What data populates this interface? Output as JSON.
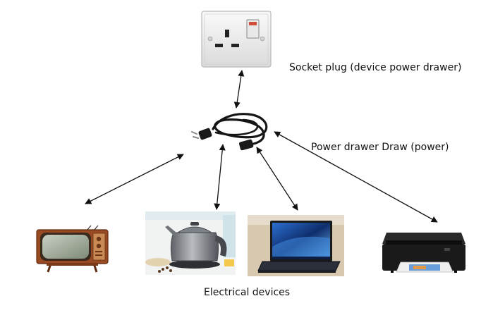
{
  "labels": {
    "socket": "Socket plug (device power drawer)",
    "power_drawer": "Power drawer Draw (power)",
    "devices": "Electrical devices"
  },
  "nodes": [
    {
      "name": "wall-socket",
      "icon": "wall-socket-icon"
    },
    {
      "name": "power-cord",
      "icon": "power-cord-icon"
    },
    {
      "name": "television",
      "icon": "tv-icon"
    },
    {
      "name": "kettle",
      "icon": "kettle-icon"
    },
    {
      "name": "laptop",
      "icon": "laptop-icon"
    },
    {
      "name": "printer",
      "icon": "printer-icon"
    }
  ],
  "colors": {
    "arrow": "#111111",
    "socket_face": "#f1f1f1",
    "cord": "#151515",
    "tv_wood": "#9a4a22",
    "tv_screen": "#a9b3a2",
    "kettle": "#8a8f94",
    "laptop_screen": "#1f4a9a",
    "printer": "#1a1a1a"
  }
}
